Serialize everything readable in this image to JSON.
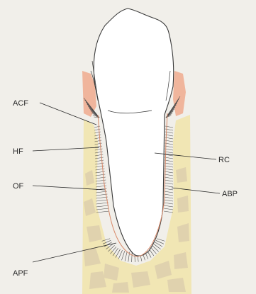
{
  "labels": {
    "acf": "ACF",
    "hf": "HF",
    "of": "OF",
    "apf": "APF",
    "rc": "RC",
    "abp": "ABP"
  },
  "colors": {
    "background": "#f1efea",
    "bone": "#f1e6b4",
    "bone_marrow": "#e0d2ae",
    "gingiva": "#f0b59c",
    "tooth": "#ffffff",
    "outline": "#3a3a3a",
    "cementum": "#d98a6a",
    "ligament_fiber": "#4a4a4a"
  }
}
